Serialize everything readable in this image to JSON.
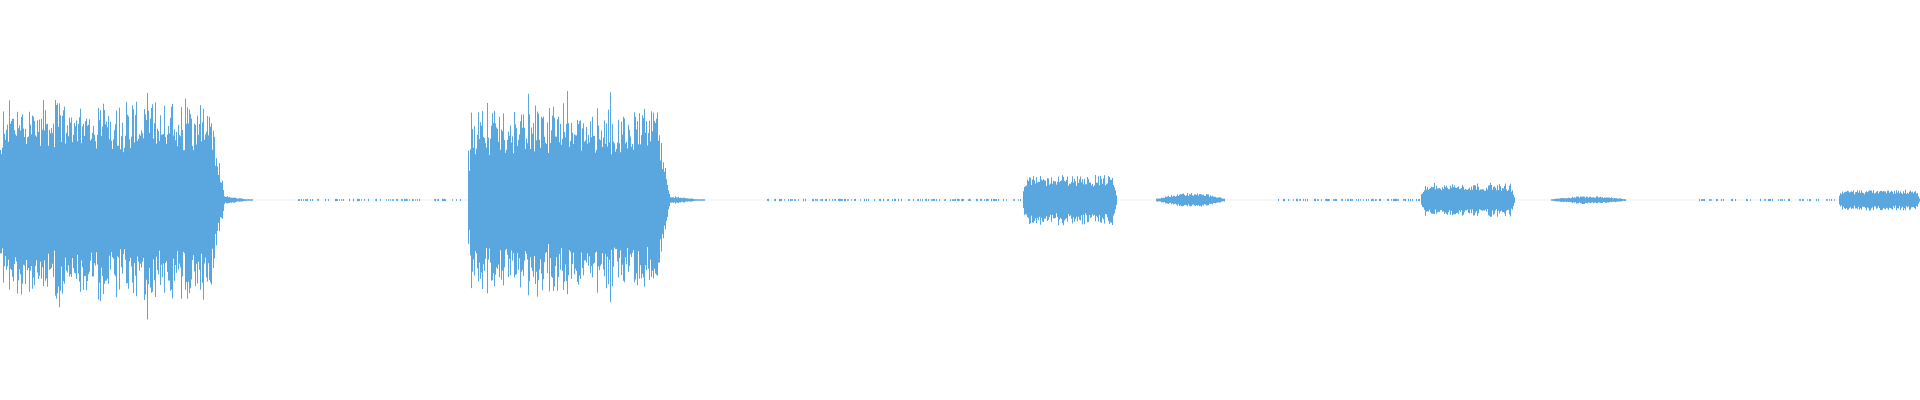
{
  "waveform": {
    "color": "#5aa7e0",
    "background": "#ffffff",
    "duration_ratio": 1.0,
    "segments": [
      {
        "start": 0.0,
        "end": 0.117,
        "amplitude": 0.48,
        "type": "loud"
      },
      {
        "start": 0.117,
        "end": 0.132,
        "amplitude": 0.02,
        "type": "tail"
      },
      {
        "start": 0.155,
        "end": 0.24,
        "amplitude": 0.006,
        "type": "noise"
      },
      {
        "start": 0.244,
        "end": 0.349,
        "amplitude": 0.44,
        "type": "loud"
      },
      {
        "start": 0.349,
        "end": 0.367,
        "amplitude": 0.02,
        "type": "tail"
      },
      {
        "start": 0.399,
        "end": 0.533,
        "amplitude": 0.006,
        "type": "noise"
      },
      {
        "start": 0.533,
        "end": 0.582,
        "amplitude": 0.12,
        "type": "medium"
      },
      {
        "start": 0.602,
        "end": 0.638,
        "amplitude": 0.035,
        "type": "soft"
      },
      {
        "start": 0.664,
        "end": 0.74,
        "amplitude": 0.006,
        "type": "noise"
      },
      {
        "start": 0.74,
        "end": 0.789,
        "amplitude": 0.08,
        "type": "medium"
      },
      {
        "start": 0.808,
        "end": 0.847,
        "amplitude": 0.02,
        "type": "soft"
      },
      {
        "start": 0.885,
        "end": 0.958,
        "amplitude": 0.006,
        "type": "noise"
      },
      {
        "start": 0.958,
        "end": 1.0,
        "amplitude": 0.05,
        "type": "medium"
      }
    ]
  }
}
